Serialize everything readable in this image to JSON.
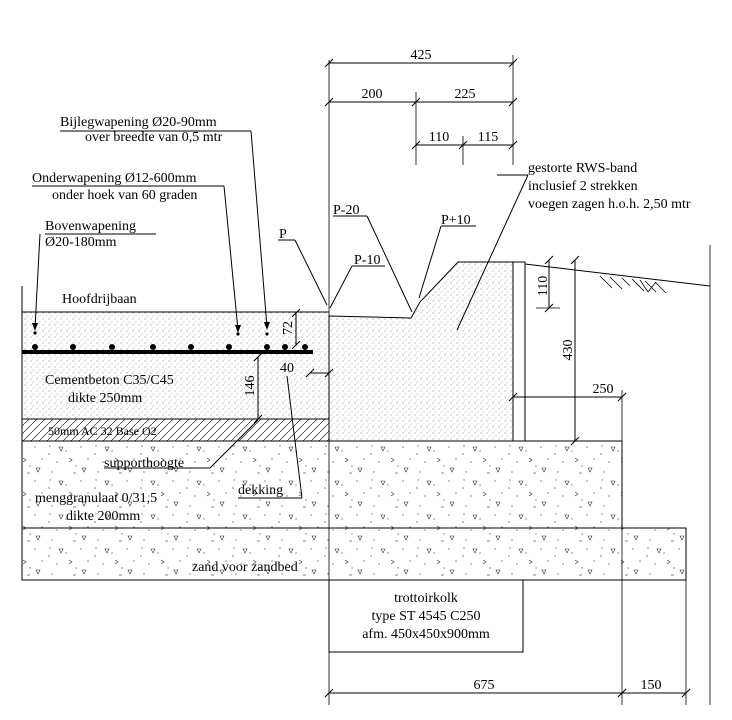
{
  "labels": {
    "bijleg_1": "Bijlegwapening Ø20-90mm",
    "bijleg_2": "over breedte van 0,5 mtr",
    "onder_1": "Onderwapening Ø12-600mm",
    "onder_2": "onder hoek van 60 graden",
    "boven_1": "Bovenwapening",
    "boven_2": "Ø20-180mm",
    "hoofdrijbaan": "Hoofdrijbaan",
    "cement_1": "Cementbeton C35/C45",
    "cement_2": "dikte 250mm",
    "ac": "50mm AC 32 Base O2",
    "supporthoogte": "supporthoogte",
    "dekking": "dekking",
    "granulaat_1": "menggranulaat 0/31,5",
    "granulaat_2": "dikte 200mm",
    "zand": "zand voor zandbed",
    "kolk_1": "trottoirkolk",
    "kolk_2": "type ST 4545 C250",
    "kolk_3": "afm. 450x450x900mm",
    "rws_1": "gestorte RWS-band",
    "rws_2": "inclusief 2 strekken",
    "rws_3": "voegen zagen h.o.h. 2,50 mtr",
    "p": "P",
    "p_min_10": "P-10",
    "p_min_20": "P-20",
    "p_plus_10": "P+10"
  },
  "dimensions": {
    "d425": "425",
    "d200": "200",
    "d225": "225",
    "d110a": "110",
    "d115": "115",
    "d110b": "110",
    "d430": "430",
    "d250": "250",
    "d72": "72",
    "d146": "146",
    "d40": "40",
    "d675": "675",
    "d150": "150"
  }
}
